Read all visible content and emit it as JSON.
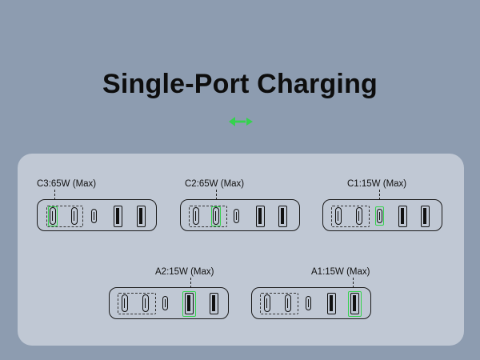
{
  "title": "Single-Port Charging",
  "accent_color": "#35d24e",
  "indicator_icon": "double-arrow-icon",
  "configurations": [
    {
      "label": "C3:65W (Max)",
      "active_port": "C3"
    },
    {
      "label": "C2:65W (Max)",
      "active_port": "C2"
    },
    {
      "label": "C1:15W (Max)",
      "active_port": "C1"
    },
    {
      "label": "A2:15W (Max)",
      "active_port": "A2"
    },
    {
      "label": "A1:15W (Max)",
      "active_port": "A1"
    }
  ]
}
